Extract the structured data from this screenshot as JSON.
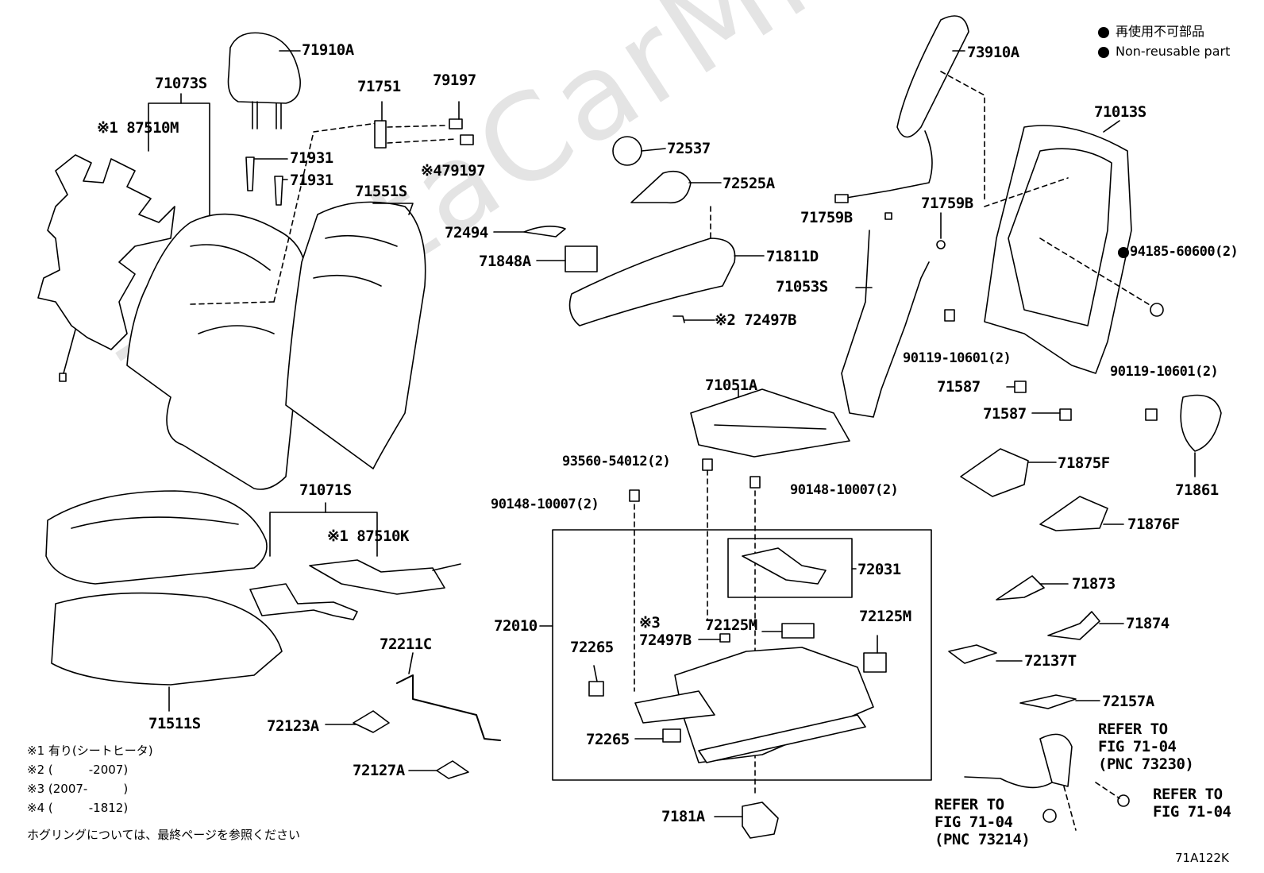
{
  "watermark": "ToyotaCarMine.ru",
  "legend": {
    "jp": "再使用不可部品",
    "en": "Non-reusable part"
  },
  "labels": {
    "p71910A": "71910A",
    "p71073S": "71073S",
    "p87510M": "※1 87510M",
    "p71751": "71751",
    "p79197a": "79197",
    "p71931a": "71931",
    "p71931b": "71931",
    "p79197b": "※479197",
    "p71551S": "71551S",
    "p72537": "72537",
    "p72525A": "72525A",
    "p72494": "72494",
    "p71848A": "71848A",
    "p71811D": "71811D",
    "p72497B_2": "※2 72497B",
    "p73910A": "73910A",
    "p71013S": "71013S",
    "p71759Ba": "71759B",
    "p71759Bb": "71759B",
    "p94185": "94185-60600(2)",
    "p71053S": "71053S",
    "p90119a": "90119-10601(2)",
    "p90119b": "90119-10601(2)",
    "p71587a": "71587",
    "p71587b": "71587",
    "p71051A": "71051A",
    "p93560": "93560-54012(2)",
    "p90148a": "90148-10007(2)",
    "p90148b": "90148-10007(2)",
    "p71861": "71861",
    "p71875F": "71875F",
    "p71876F": "71876F",
    "p71071S": "71071S",
    "p87510K": "※1 87510K",
    "p72031": "72031",
    "p72010": "72010",
    "p71873": "71873",
    "p71874": "71874",
    "p72497B_3": "※3\n72497B",
    "p72125Ma": "72125M",
    "p72125Mb": "72125M",
    "p72265a": "72265",
    "p72265b": "72265",
    "p72211C": "72211C",
    "p71511S": "71511S",
    "p72123A": "72123A",
    "p72127A": "72127A",
    "p72137T": "72137T",
    "p72157A": "72157A",
    "p7181A": "7181A",
    "ref1": "REFER TO\nFIG 71-04\n(PNC 73230)",
    "ref2": "REFER TO\nFIG 71-04\n(PNC 73214)",
    "ref3": "REFER TO\nFIG 71-04"
  },
  "notes": {
    "n1": "※1 有り(シートヒータ)",
    "n2": "※2 (　　　-2007)",
    "n3": "※3 (2007-　　　)",
    "n4": "※4 (　　　-1812)",
    "footer": "ホグリングについては、最終ページを参照ください"
  },
  "figure_code": "71A122K"
}
